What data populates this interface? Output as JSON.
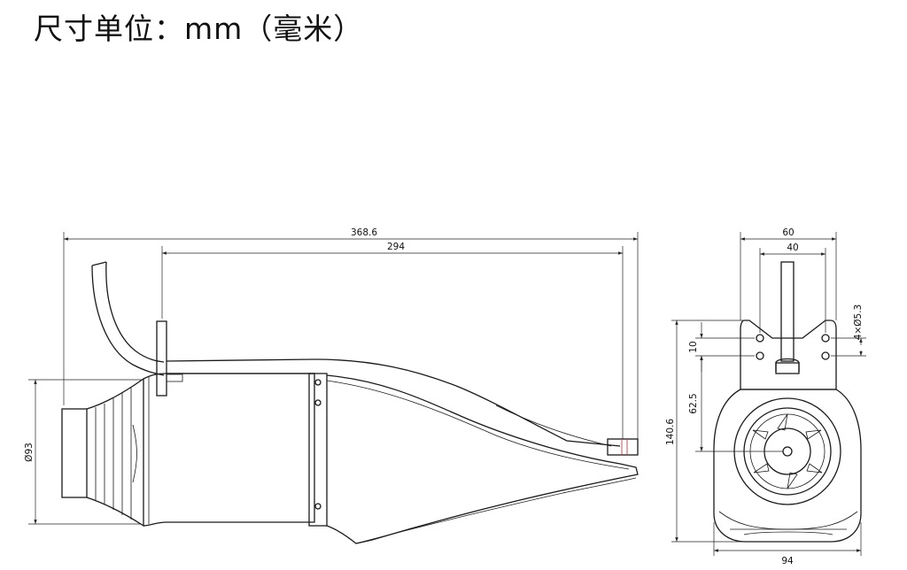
{
  "title": "尺寸单位：mm（毫米）",
  "side_view": {
    "overall_length": "368.6",
    "body_length": "294",
    "diameter": "Ø93"
  },
  "front_view": {
    "plate_width": "60",
    "hole_spacing": "40",
    "hole_vertical_spacing": "10",
    "holes": "4×Ø5.3",
    "height": "140.6",
    "center_height": "62.5",
    "bottom_width": "94"
  },
  "colors": {
    "line": "#1a1a1a",
    "marker": "#d23a3a"
  }
}
